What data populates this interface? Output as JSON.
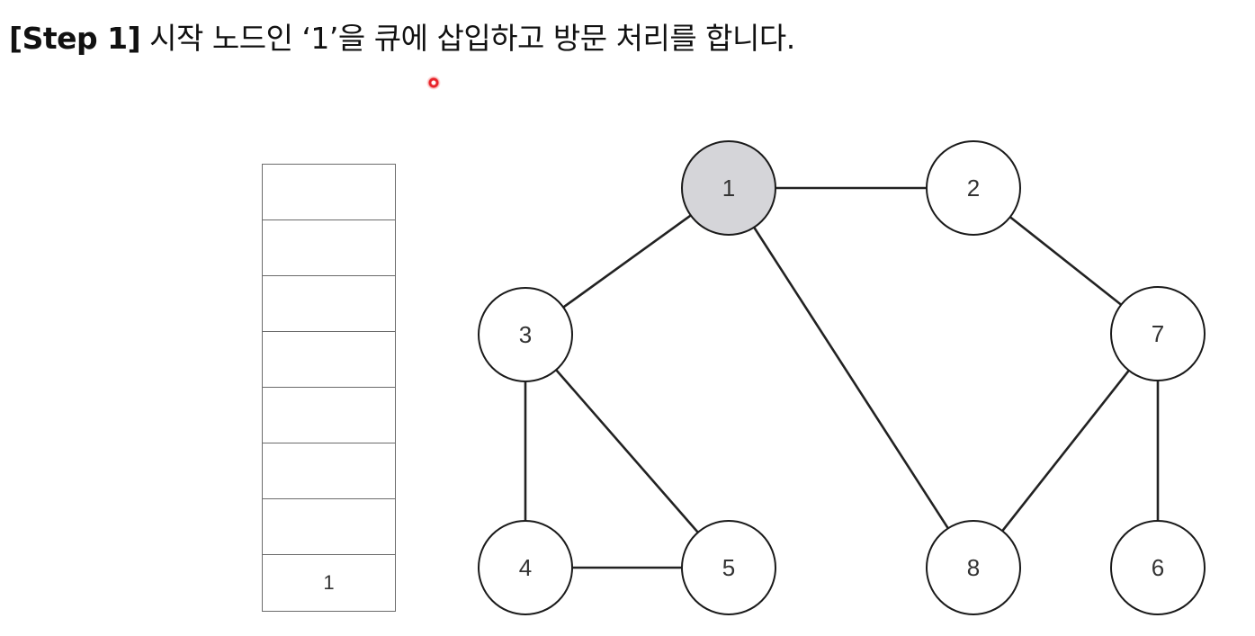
{
  "title": {
    "step": "[Step 1]",
    "text": " 시작 노드인 ‘1’을 큐에 삽입하고 방문 처리를 합니다."
  },
  "queue": {
    "cells": [
      "",
      "",
      "",
      "",
      "",
      "",
      "",
      "1"
    ]
  },
  "graph": {
    "nodes": [
      {
        "id": "1",
        "label": "1",
        "visited": true
      },
      {
        "id": "2",
        "label": "2",
        "visited": false
      },
      {
        "id": "3",
        "label": "3",
        "visited": false
      },
      {
        "id": "4",
        "label": "4",
        "visited": false
      },
      {
        "id": "5",
        "label": "5",
        "visited": false
      },
      {
        "id": "6",
        "label": "6",
        "visited": false
      },
      {
        "id": "7",
        "label": "7",
        "visited": false
      },
      {
        "id": "8",
        "label": "8",
        "visited": false
      }
    ],
    "edges": [
      [
        "1",
        "2"
      ],
      [
        "1",
        "3"
      ],
      [
        "1",
        "8"
      ],
      [
        "2",
        "7"
      ],
      [
        "3",
        "4"
      ],
      [
        "3",
        "5"
      ],
      [
        "4",
        "5"
      ],
      [
        "7",
        "8"
      ],
      [
        "7",
        "6"
      ]
    ],
    "colors": {
      "visited_fill": "#d5d5d9",
      "default_fill": "#ffffff",
      "stroke": "#1a1a1a"
    }
  }
}
